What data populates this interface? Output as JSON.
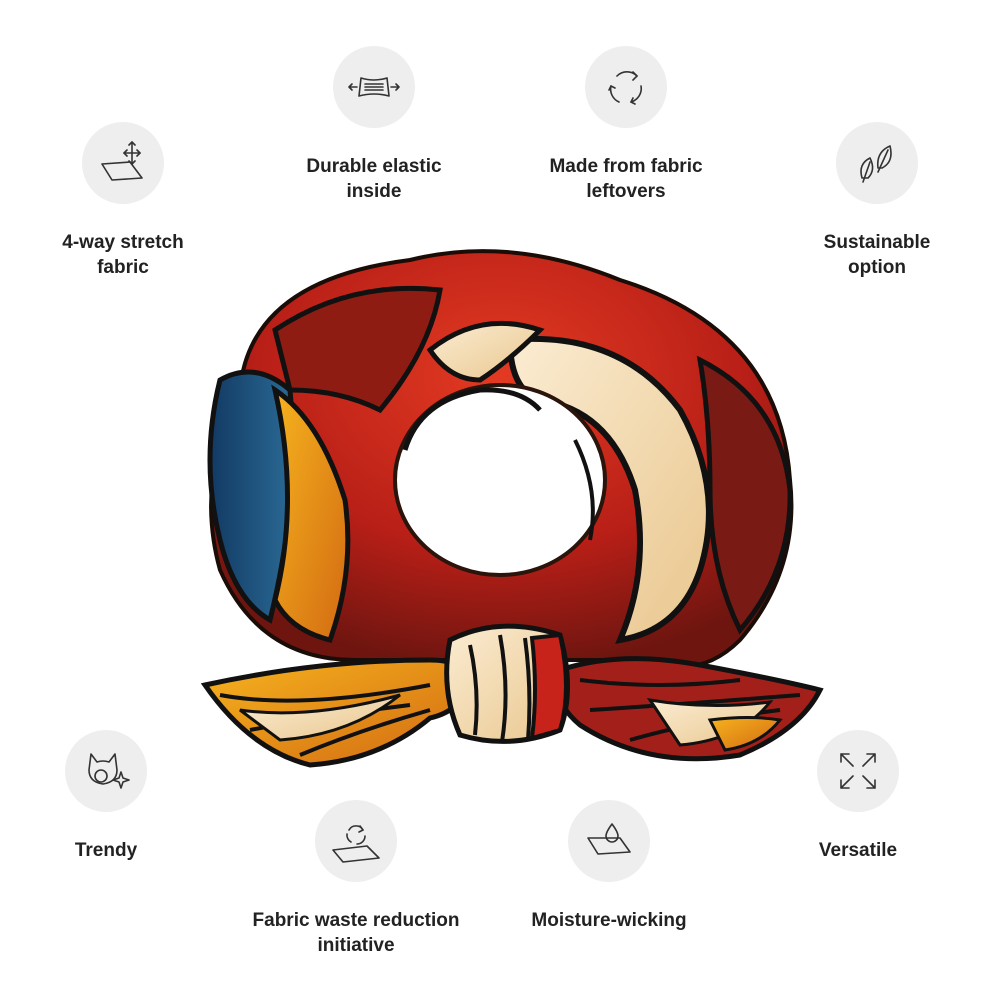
{
  "features": [
    {
      "id": "stretch",
      "label": "4-way stretch\nfabric",
      "icon": "stretch-arrows-icon"
    },
    {
      "id": "elastic",
      "label": "Durable elastic\ninside",
      "icon": "elastic-band-icon"
    },
    {
      "id": "leftovers",
      "label": "Made from fabric\nleftovers",
      "icon": "recycle-icon"
    },
    {
      "id": "sustainable",
      "label": "Sustainable\noption",
      "icon": "leaves-icon"
    },
    {
      "id": "trendy",
      "label": "Trendy",
      "icon": "cat-sparkle-icon"
    },
    {
      "id": "waste",
      "label": "Fabric waste reduction\ninitiative",
      "icon": "fabric-recycle-icon"
    },
    {
      "id": "moisture",
      "label": "Moisture-wicking",
      "icon": "water-drop-icon"
    },
    {
      "id": "versatile",
      "label": "Versatile",
      "icon": "expand-arrows-icon"
    }
  ],
  "product": {
    "name": "stained-glass scrunchie",
    "icon": "scrunchie-image"
  },
  "colors": {
    "icon_bg": "#eeeeee",
    "icon_stroke": "#333333",
    "label": "#222222",
    "fabric_red": "#c0241b",
    "fabric_dark_red": "#7a1a14",
    "fabric_blue": "#1e4d7a",
    "fabric_orange": "#e58a1c",
    "fabric_cream": "#f2dcb4"
  }
}
